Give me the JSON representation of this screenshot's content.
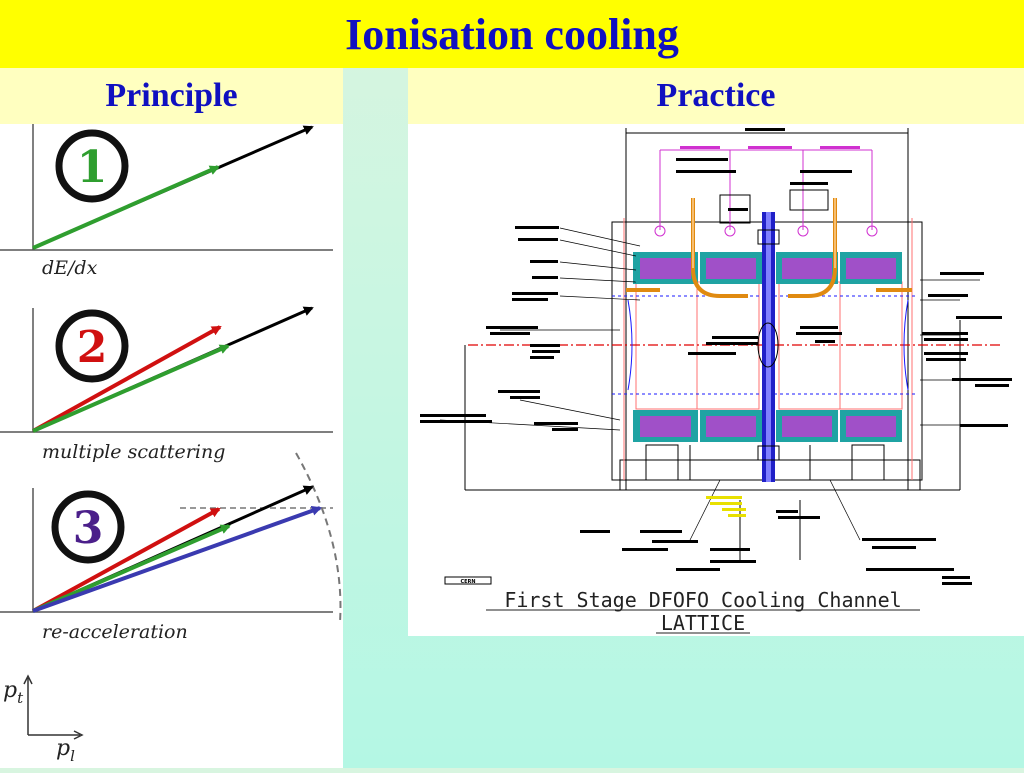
{
  "title": "Ionisation cooling",
  "headers": {
    "left": "Principle",
    "right": "Practice"
  },
  "principle": {
    "steps": [
      {
        "number": "1",
        "color": "#2f9e2f",
        "label": "dE/dx"
      },
      {
        "number": "2",
        "color": "#d01010",
        "label": "multiple scattering"
      },
      {
        "number": "3",
        "color": "#4b1f8a",
        "label": "re-acceleration"
      }
    ],
    "axes": {
      "y": "p",
      "y_sub": "t",
      "x": "p",
      "x_sub": "l"
    },
    "arrow_colors": {
      "black": "#000000",
      "green": "#2f9e2f",
      "red": "#d01010",
      "blue": "#3a3ab0"
    }
  },
  "practice": {
    "caption_line1": "First Stage DFOFO Cooling Channel",
    "caption_line2": "LATTICE",
    "stamp": "CERN"
  }
}
